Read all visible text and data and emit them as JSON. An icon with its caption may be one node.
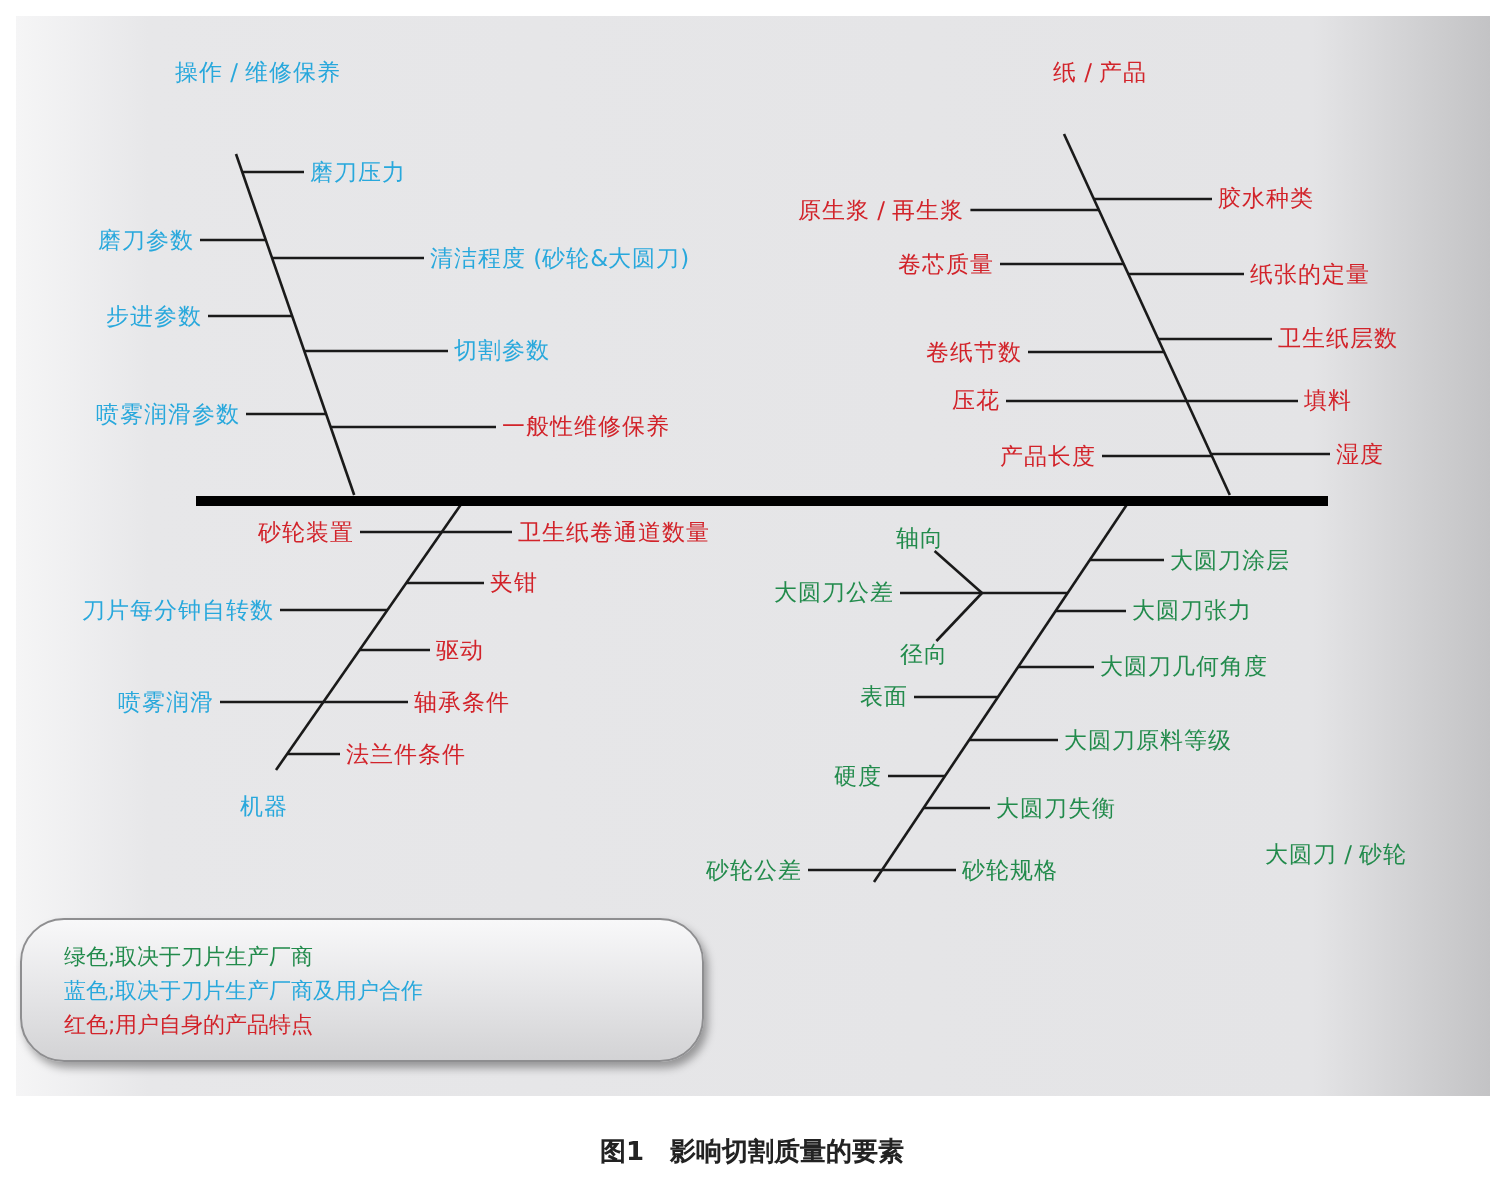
{
  "diagram": {
    "caption": "图1　影响切割质量的要素",
    "nodes": [
      {
        "text": [],
        "shape": "bar"
      },
      {
        "text": [
          "磨刀压力"
        ]
      },
      {
        "text": [
          "磨刀参数"
        ]
      },
      {
        "text": [
          "清洁程度 (砂轮&大圆刀)"
        ]
      },
      {
        "text": [
          "步进参数"
        ]
      },
      {
        "text": [
          "切割参数"
        ]
      },
      {
        "text": [
          "喷雾润滑参数"
        ]
      },
      {
        "text": [
          "一般性维修保养"
        ]
      },
      {
        "text": [
          "胶水种类"
        ]
      },
      {
        "text": [
          "原生浆 / 再生浆"
        ]
      },
      {
        "text": [
          "卷芯质量"
        ]
      },
      {
        "text": [
          "纸张的定量"
        ]
      },
      {
        "text": [
          "卫生纸层数"
        ]
      },
      {
        "text": [
          "卷纸节数"
        ]
      },
      {
        "text": [
          "压花"
        ]
      },
      {
        "text": [
          "填料"
        ]
      },
      {
        "text": [
          "产品长度"
        ]
      },
      {
        "text": [
          "湿度"
        ]
      },
      {
        "text": [
          "砂轮装置"
        ]
      },
      {
        "text": [
          "卫生纸卷通道数量"
        ]
      },
      {
        "text": [
          "夹钳"
        ]
      },
      {
        "text": [
          "刀片每分钟自转数"
        ]
      },
      {
        "text": [
          "驱动"
        ]
      },
      {
        "text": [
          "喷雾润滑"
        ]
      },
      {
        "text": [
          "轴承条件"
        ]
      },
      {
        "text": [
          "法兰件条件"
        ]
      },
      {
        "text": [
          "轴向"
        ]
      },
      {
        "text": [
          "大圆刀涂层"
        ]
      },
      {
        "text": [
          "大圆刀公差"
        ]
      },
      {
        "text": [
          "大圆刀张力"
        ]
      },
      {
        "text": [
          "径向"
        ]
      },
      {
        "text": [
          "大圆刀几何角度"
        ]
      },
      {
        "text": [
          "表面"
        ]
      },
      {
        "text": [
          "大圆刀原料等级"
        ]
      },
      {
        "text": [
          "硬度"
        ]
      },
      {
        "text": [
          "大圆刀失衡"
        ]
      },
      {
        "text": [
          "砂轮公差"
        ]
      },
      {
        "text": [
          "砂轮规格"
        ]
      }
    ],
    "edges": [
      {
        "from": null,
        "to": 0,
        "arrow": "none"
      },
      {
        "from": null,
        "to": 0,
        "arrow": "none"
      },
      {
        "from": null,
        "to": 0,
        "arrow": "none"
      },
      {
        "from": null,
        "to": 0,
        "arrow": "none"
      },
      {
        "from": 1,
        "to": null,
        "arrow": "none"
      },
      {
        "from": 2,
        "to": null,
        "arrow": "none"
      },
      {
        "from": 3,
        "to": null,
        "arrow": "none"
      },
      {
        "from": 4,
        "to": null,
        "arrow": "none"
      },
      {
        "from": 5,
        "to": null,
        "arrow": "none"
      },
      {
        "from": 6,
        "to": null,
        "arrow": "none"
      },
      {
        "from": 7,
        "to": null,
        "arrow": "none"
      },
      {
        "from": 8,
        "to": null,
        "arrow": "none"
      },
      {
        "from": 9,
        "to": null,
        "arrow": "none"
      },
      {
        "from": 10,
        "to": null,
        "arrow": "none"
      },
      {
        "from": 11,
        "to": null,
        "arrow": "none"
      },
      {
        "from": 12,
        "to": null,
        "arrow": "none"
      },
      {
        "from": 13,
        "to": null,
        "arrow": "none"
      },
      {
        "from": 14,
        "to": null,
        "arrow": "none"
      },
      {
        "from": 15,
        "to": null,
        "arrow": "none"
      },
      {
        "from": 16,
        "to": null,
        "arrow": "none"
      },
      {
        "from": 17,
        "to": null,
        "arrow": "none"
      },
      {
        "from": 18,
        "to": null,
        "arrow": "none"
      },
      {
        "from": 19,
        "to": null,
        "arrow": "none"
      },
      {
        "from": 20,
        "to": null,
        "arrow": "none"
      },
      {
        "from": 21,
        "to": null,
        "arrow": "none"
      },
      {
        "from": 22,
        "to": null,
        "arrow": "none"
      },
      {
        "from": 23,
        "to": null,
        "arrow": "none"
      },
      {
        "from": 24,
        "to": null,
        "arrow": "none"
      },
      {
        "from": 25,
        "to": null,
        "arrow": "none"
      },
      {
        "from": 26,
        "to": null,
        "arrow": "none"
      },
      {
        "from": 27,
        "to": null,
        "arrow": "none"
      },
      {
        "from": 28,
        "to": null,
        "arrow": "none"
      },
      {
        "from": 29,
        "to": null,
        "arrow": "none"
      },
      {
        "from": 30,
        "to": null,
        "arrow": "none"
      },
      {
        "from": 31,
        "to": null,
        "arrow": "none"
      },
      {
        "from": 32,
        "to": null,
        "arrow": "none"
      },
      {
        "from": 33,
        "to": null,
        "arrow": "none"
      },
      {
        "from": 34,
        "to": null,
        "arrow": "none"
      },
      {
        "from": 35,
        "to": null,
        "arrow": "none"
      },
      {
        "from": 36,
        "to": null,
        "arrow": "none"
      },
      {
        "from": 37,
        "to": null,
        "arrow": "none"
      }
    ],
    "labels": [
      "操作 / 维修保养",
      "纸 / 产品",
      "机器",
      "大圆刀 / 砂轮"
    ],
    "legend": [
      {
        "text": "绿色;取决于刀片生产厂商",
        "color": "#228b4c"
      },
      {
        "text": "蓝色;取决于刀片生产厂商及用户合作",
        "color": "#28a8dc"
      },
      {
        "text": "红色;用户自身的产品特点",
        "color": "#d2232a"
      }
    ]
  }
}
